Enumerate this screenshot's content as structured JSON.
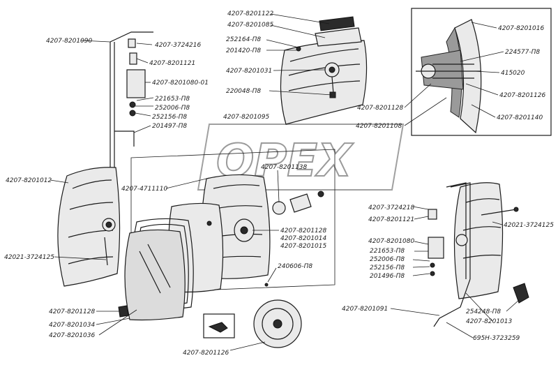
{
  "watermark": "OPEX",
  "labels": {
    "l01": "4207-8201122",
    "l02": "4207-8201085",
    "l03": "252164-П8",
    "l04": "201420-П8",
    "l05": "4207-8201031",
    "l06": "220048-П8",
    "l07": "4207-8201095",
    "l08": "4207-8201090",
    "l09": "4207-3724216",
    "l10": "4207-8201121",
    "l11": "4207-8201080-01",
    "l12": "221653-П8",
    "l13": "252006-П8",
    "l14": "252156-П8",
    "l15": "201497-П8",
    "l16": "4207-8201016",
    "l17": "224577-П8",
    "l18": "415020",
    "l19": "4207-8201126",
    "l20": "4207-8201128",
    "l21": "4207-8201140",
    "l22": "4207-8201108",
    "l23": "4207-8201012",
    "l24": "4207-4711110",
    "l25": "4207-8201138",
    "l26": "4207-8201128",
    "l27": "4207-8201014",
    "l28": "4207-8201015",
    "l29": "240606-П8",
    "l30": "42021-3724125",
    "l31": "4207-8201128",
    "l32": "4207-8201034",
    "l33": "4207-8201036",
    "l34": "4207-8201126",
    "l35": "4207-3724218",
    "l36": "4207-8201121",
    "l37": "42021-3724125",
    "l38": "4207-8201080",
    "l39": "221653-П8",
    "l40": "252006-П8",
    "l41": "252156-П8",
    "l42": "201496-П8",
    "l43": "4207-8201091",
    "l44": "254248-П8",
    "l45": "4207-8201013",
    "l46": "695Н-3723259"
  }
}
